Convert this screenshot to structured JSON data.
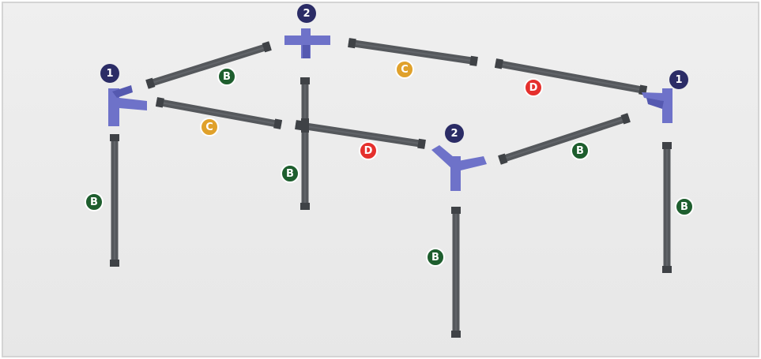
{
  "colors": {
    "background": "#ececec",
    "frame": "#d4d4d4",
    "pipe": "#55585c",
    "pipe_joint": "#3f4246",
    "connector": "#6e72c9",
    "connector_dark": "#5559b0",
    "badge_1_2": "#2b2c66",
    "badge_B": "#1e5e2e",
    "badge_C": "#e0a12b",
    "badge_D": "#e5302d"
  },
  "connectors": [
    {
      "name": "connector-1-left",
      "label": "1"
    },
    {
      "name": "connector-2-back",
      "label": "2"
    },
    {
      "name": "connector-1-right",
      "label": "1"
    },
    {
      "name": "connector-2-front",
      "label": "2"
    }
  ],
  "pipes": [
    {
      "name": "pipe-top-back-left",
      "label": "B"
    },
    {
      "name": "pipe-top-back-mid",
      "label": "C"
    },
    {
      "name": "pipe-top-back-right",
      "label": "D"
    },
    {
      "name": "pipe-top-front-left",
      "label": "C"
    },
    {
      "name": "pipe-top-front-mid",
      "label": "D"
    },
    {
      "name": "pipe-top-front-right",
      "label": "B"
    },
    {
      "name": "leg-left",
      "label": "B"
    },
    {
      "name": "leg-back",
      "label": "B"
    },
    {
      "name": "leg-front",
      "label": "B"
    },
    {
      "name": "leg-right",
      "label": "B"
    }
  ]
}
